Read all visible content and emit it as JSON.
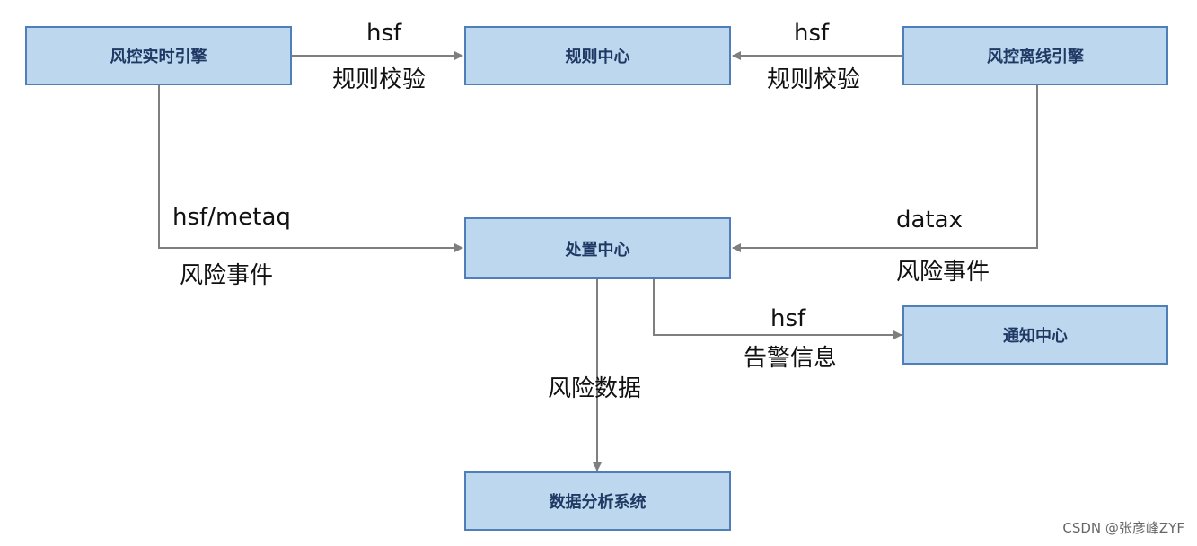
{
  "nodes": {
    "realtime_engine": "风控实时引擎",
    "rule_center": "规则中心",
    "offline_engine": "风控离线引擎",
    "disposal_center": "处置中心",
    "notify_center": "通知中心",
    "analysis_system": "数据分析系统"
  },
  "edges": {
    "realtime_to_rule": {
      "protocol": "hsf",
      "label": "规则校验"
    },
    "offline_to_rule": {
      "protocol": "hsf",
      "label": "规则校验"
    },
    "realtime_to_disposal": {
      "protocol": "hsf/metaq",
      "label": "风险事件"
    },
    "offline_to_disposal": {
      "protocol": "datax",
      "label": "风险事件"
    },
    "disposal_to_notify": {
      "protocol": "hsf",
      "label": "告警信息"
    },
    "disposal_to_analysis": {
      "label": "风险数据"
    }
  },
  "colors": {
    "node_fill": "#bdd7ee",
    "node_border": "#4f7fb8",
    "node_text": "#1f3864",
    "edge": "#7f7f7f"
  },
  "watermark": "CSDN @张彦峰ZYF"
}
